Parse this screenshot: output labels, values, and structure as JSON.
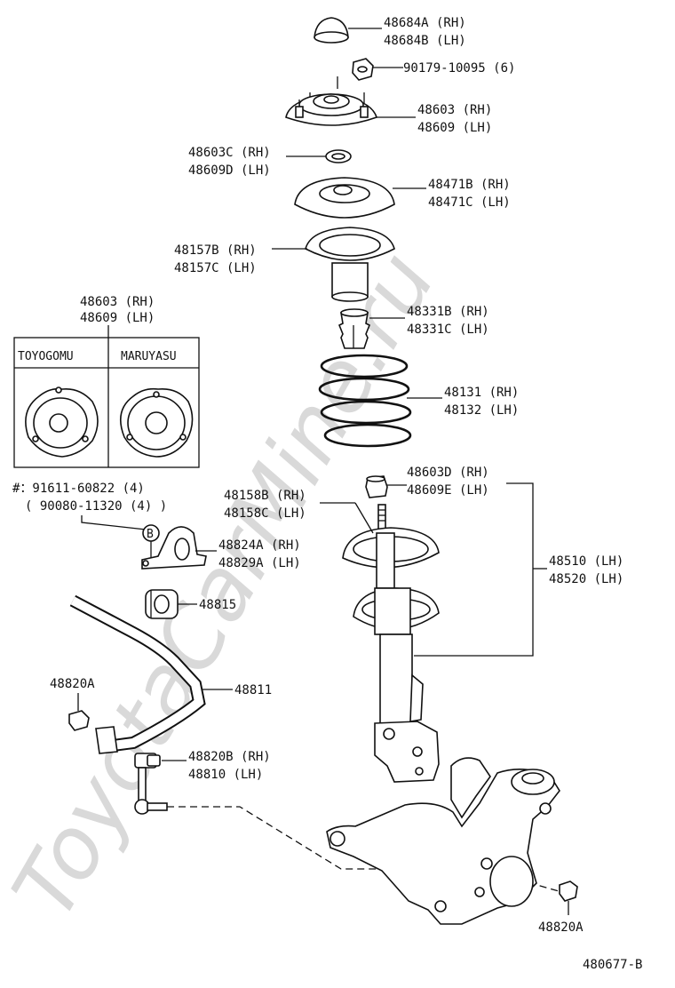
{
  "watermark": "ToyotaCarMine.ru",
  "diagram_code": "480677-B",
  "labels": {
    "insulator_rh": "48684A (RH)",
    "insulator_lh": "48684B (LH)",
    "nut": "90179-10095 (6)",
    "support_rh": "48603 (RH)",
    "support_lh": "48609 (LH)",
    "sub_support_rh": "48603C (RH)",
    "sub_support_lh": "48609D (LH)",
    "upper_seat_rh": "48471B (RH)",
    "upper_seat_lh": "48471C (LH)",
    "boot_rh": "48157B (RH)",
    "boot_lh": "48157C (LH)",
    "bumper_rh": "48331B (RH)",
    "bumper_lh": "48331C (LH)",
    "spring_rh": "48131 (RH)",
    "spring_lh": "48132 (LH)",
    "stopper_rh": "48603D (RH)",
    "stopper_lh": "48609E (LH)",
    "lower_insulator_rh": "48158B (RH)",
    "lower_insulator_lh": "48158C (LH)",
    "absorber_rh": "48510 (LH)",
    "absorber_lh": "48520 (LH)",
    "bracket_rh": "48824A (RH)",
    "bracket_lh": "48829A (LH)",
    "bushing": "48815",
    "stab_bar": "48811",
    "nut_a": "48820A",
    "link_nut_rh": "48820B (RH)",
    "link_lh": "48810   (LH)",
    "nut_a_bottom": "48820A",
    "bolt_note_1": "#：91611-60822 (4)",
    "bolt_note_2": "( 90080-11320 (4) )",
    "bolt_marker": "B"
  },
  "variant_box": {
    "title_rh": "48603 (RH)",
    "title_lh": "48609 (LH)",
    "col1": "TOYOGOMU",
    "col2": "MARUYASU"
  }
}
